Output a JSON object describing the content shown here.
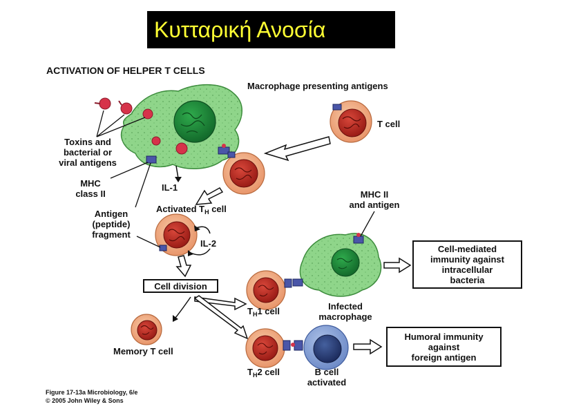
{
  "title": "Κυτταρική Ανοσία",
  "colors": {
    "title_bg": "#000000",
    "title_fg": "#ffff33",
    "macrophage": "#8fd58a",
    "nucleus": "#1e8a3c",
    "t_cell": "#f2b08a",
    "t_nucleus": "#b8241c",
    "b_cell": "#8aa4d6",
    "b_nucleus": "#2a3f7a",
    "mhc": "#4a56a8",
    "antigen": "#d6334a"
  },
  "diagram": {
    "heading": "ACTIVATION OF HELPER T CELLS",
    "labels": {
      "macrophage_presenting": "Macrophage presenting antigens",
      "toxins": "Toxins and\nbacterial or\nviral antigens",
      "t_cell": "T cell",
      "mhc_class_ii": "MHC\nclass II",
      "il1": "IL-1",
      "activated_th": {
        "prefix": "Activated T",
        "sub": "H",
        "suffix": " cell"
      },
      "antigen_fragment": "Antigen\n(peptide)\nfragment",
      "il2": "IL-2",
      "mhc_ii_antigen": "MHC II\nand antigen",
      "cell_division": "Cell division",
      "cell_mediated": "Cell-mediated\nimmunity against\nintracellular\nbacteria",
      "th1": {
        "prefix": "T",
        "sub": "H",
        "suffix": "1 cell"
      },
      "infected_macrophage": "Infected\nmacrophage",
      "memory_t": "Memory T cell",
      "humoral": "Humoral immunity\nagainst\nforeign antigen",
      "th2": {
        "prefix": "T",
        "sub": "H",
        "suffix": "2 cell"
      },
      "b_cell": "B cell\nactivated"
    },
    "caption": {
      "line1": "Figure 17-13a  Microbiology, 6/e",
      "line2": "© 2005 John Wiley & Sons"
    }
  }
}
